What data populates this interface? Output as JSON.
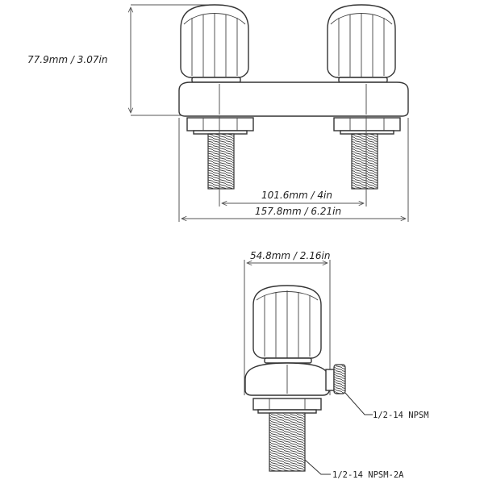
{
  "dimensions": {
    "height": "77.9mm / 3.07in",
    "center_spacing": "101.6mm / 4in",
    "overall_width": "157.8mm / 6.21in",
    "side_depth": "54.8mm / 2.16in"
  },
  "callouts": {
    "outlet_thread": "1/2-14 NPSM",
    "inlet_thread": "1/2-14 NPSM-2A"
  }
}
